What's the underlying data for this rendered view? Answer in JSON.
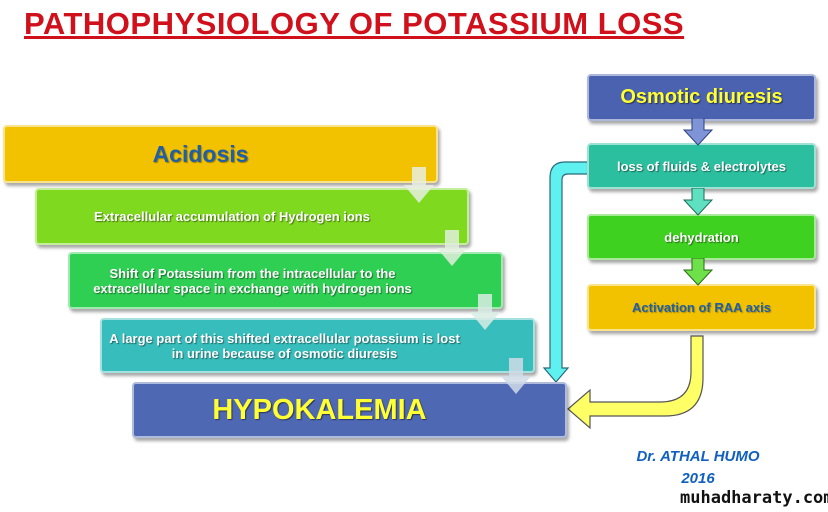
{
  "title": "PATHOPHYSIOLOGY OF POTASSIUM LOSS",
  "left_chain": [
    {
      "label": "Acidosis",
      "color": "#f2c200"
    },
    {
      "label": "Extracellular accumulation  of Hydrogen ions",
      "color": "#7fd91f"
    },
    {
      "label": "Shift of Potassium  from the intracellular to the extracellular space in exchange with hydrogen ions",
      "color": "#2ecf52"
    },
    {
      "label": "A large part of this shifted  extracellular potassium is lost in urine because of osmotic  diuresis",
      "color": "#37bdbb"
    }
  ],
  "outcome": {
    "label": "HYPOKALEMIA",
    "color": "#4f68b3",
    "text_color": "#ffff33"
  },
  "right_chain": [
    {
      "label": "Osmotic  diuresis",
      "color": "#4a62b0"
    },
    {
      "label": "loss of fluids & electrolytes",
      "color": "#2cbf9f"
    },
    {
      "label": "dehydration",
      "color": "#3fd11f"
    },
    {
      "label": "Activation  of RAA axis",
      "color": "#f2c200"
    }
  ],
  "credit": {
    "author": "Dr. ATHAL HUMO",
    "year": "2016"
  },
  "watermark": "muhadharaty.com"
}
